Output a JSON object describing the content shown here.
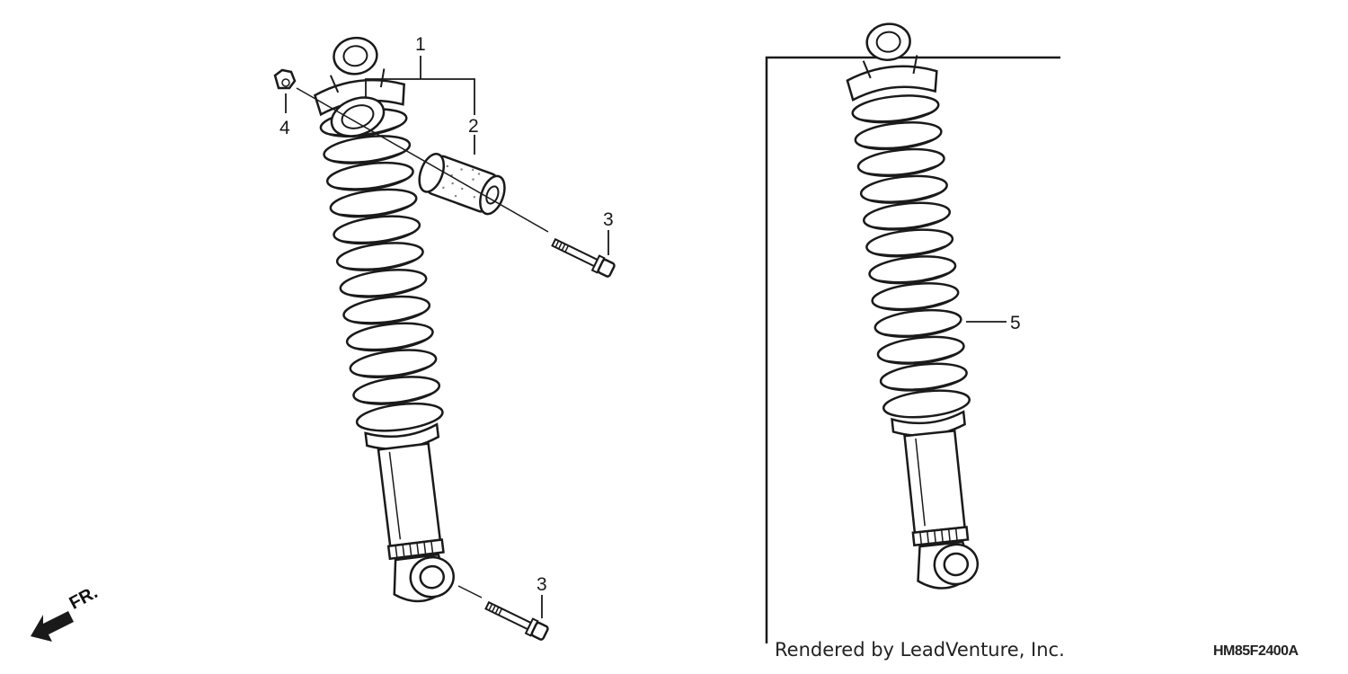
{
  "callouts": [
    {
      "id": "c1",
      "label": "1"
    },
    {
      "id": "c2",
      "label": "2"
    },
    {
      "id": "c3a",
      "label": "3"
    },
    {
      "id": "c3b",
      "label": "3"
    },
    {
      "id": "c4",
      "label": "4"
    },
    {
      "id": "c5",
      "label": "5"
    }
  ],
  "direction_label": "FR.",
  "credit": "Rendered by LeadVenture, Inc.",
  "diagram_code": "HM85F2400A",
  "colors": {
    "ink": "#1a1a1a",
    "background": "#ffffff"
  }
}
